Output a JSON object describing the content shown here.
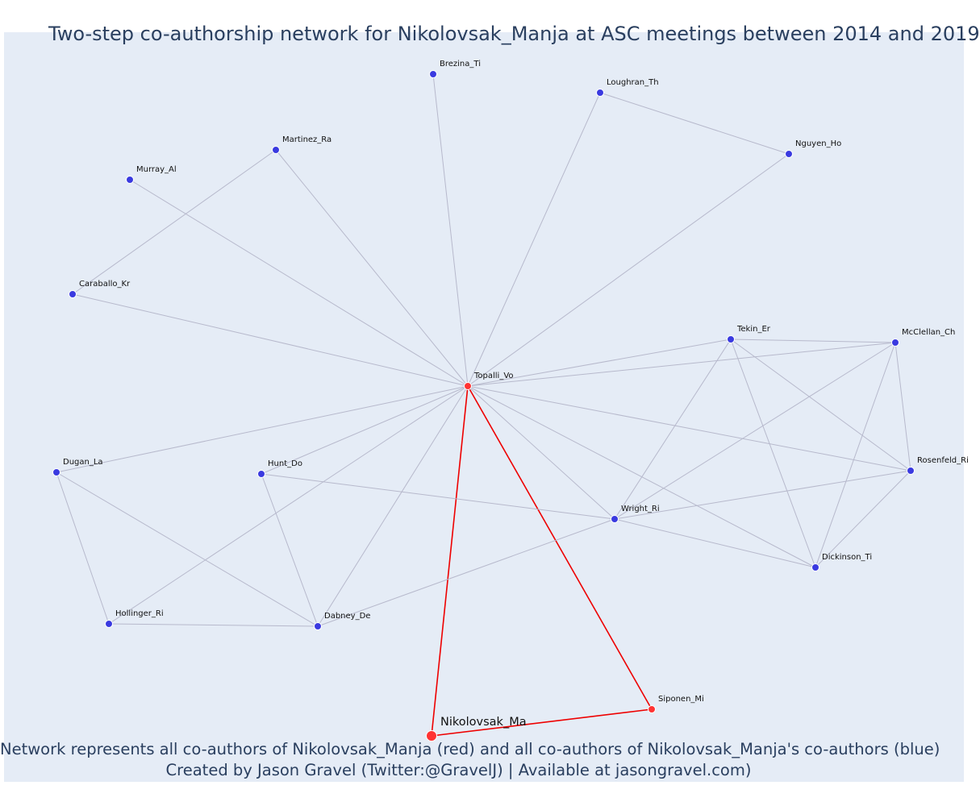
{
  "title": "Two-step co-authorship network for Nikolovsak_Manja at ASC meetings between 2014 and 2019",
  "caption": {
    "line1": "Network represents all co-authors of Nikolovsak_Manja (red) and all co-authors of Nikolovsak_Manja's co-authors (blue)",
    "line2": "Created by Jason Gravel (Twitter:@GravelJ) | Available at jasongravel.com)"
  },
  "colors": {
    "background": "#e5ecf6",
    "coauthor": "#ff3333",
    "second_step": "#3a3ae0",
    "edge": "#b7b9cc",
    "focus_edge": "#ee0000",
    "text": "#2a3f5f"
  },
  "nodes": [
    {
      "id": "Nikolovsak_Ma",
      "group": "focus"
    },
    {
      "id": "Topalli_Vo",
      "group": "coauthor"
    },
    {
      "id": "Siponen_Mi",
      "group": "coauthor"
    },
    {
      "id": "Brezina_Ti",
      "group": "second"
    },
    {
      "id": "Loughran_Th",
      "group": "second"
    },
    {
      "id": "Nguyen_Ho",
      "group": "second"
    },
    {
      "id": "Martinez_Ra",
      "group": "second"
    },
    {
      "id": "Murray_Al",
      "group": "second"
    },
    {
      "id": "Caraballo_Kr",
      "group": "second"
    },
    {
      "id": "Tekin_Er",
      "group": "second"
    },
    {
      "id": "McClellan_Ch",
      "group": "second"
    },
    {
      "id": "Rosenfeld_Ri",
      "group": "second"
    },
    {
      "id": "Dugan_La",
      "group": "second"
    },
    {
      "id": "Hunt_Do",
      "group": "second"
    },
    {
      "id": "Wright_Ri",
      "group": "second"
    },
    {
      "id": "Dickinson_Ti",
      "group": "second"
    },
    {
      "id": "Hollinger_Ri",
      "group": "second"
    },
    {
      "id": "Dabney_De",
      "group": "second"
    }
  ],
  "edges": [
    [
      "Nikolovsak_Ma",
      "Topalli_Vo",
      "focus"
    ],
    [
      "Nikolovsak_Ma",
      "Siponen_Mi",
      "focus"
    ],
    [
      "Topalli_Vo",
      "Siponen_Mi",
      "focus"
    ],
    [
      "Topalli_Vo",
      "Brezina_Ti",
      "normal"
    ],
    [
      "Topalli_Vo",
      "Loughran_Th",
      "normal"
    ],
    [
      "Topalli_Vo",
      "Nguyen_Ho",
      "normal"
    ],
    [
      "Topalli_Vo",
      "Martinez_Ra",
      "normal"
    ],
    [
      "Topalli_Vo",
      "Murray_Al",
      "normal"
    ],
    [
      "Topalli_Vo",
      "Caraballo_Kr",
      "normal"
    ],
    [
      "Topalli_Vo",
      "Tekin_Er",
      "normal"
    ],
    [
      "Topalli_Vo",
      "McClellan_Ch",
      "normal"
    ],
    [
      "Topalli_Vo",
      "Rosenfeld_Ri",
      "normal"
    ],
    [
      "Topalli_Vo",
      "Dugan_La",
      "normal"
    ],
    [
      "Topalli_Vo",
      "Hunt_Do",
      "normal"
    ],
    [
      "Topalli_Vo",
      "Wright_Ri",
      "normal"
    ],
    [
      "Topalli_Vo",
      "Dickinson_Ti",
      "normal"
    ],
    [
      "Topalli_Vo",
      "Hollinger_Ri",
      "normal"
    ],
    [
      "Topalli_Vo",
      "Dabney_De",
      "normal"
    ],
    [
      "Loughran_Th",
      "Nguyen_Ho",
      "normal"
    ],
    [
      "Martinez_Ra",
      "Caraballo_Kr",
      "normal"
    ],
    [
      "Tekin_Er",
      "McClellan_Ch",
      "normal"
    ],
    [
      "Tekin_Er",
      "Rosenfeld_Ri",
      "normal"
    ],
    [
      "Tekin_Er",
      "Wright_Ri",
      "normal"
    ],
    [
      "Tekin_Er",
      "Dickinson_Ti",
      "normal"
    ],
    [
      "McClellan_Ch",
      "Rosenfeld_Ri",
      "normal"
    ],
    [
      "McClellan_Ch",
      "Wright_Ri",
      "normal"
    ],
    [
      "McClellan_Ch",
      "Dickinson_Ti",
      "normal"
    ],
    [
      "Rosenfeld_Ri",
      "Wright_Ri",
      "normal"
    ],
    [
      "Rosenfeld_Ri",
      "Dickinson_Ti",
      "normal"
    ],
    [
      "Wright_Ri",
      "Hunt_Do",
      "normal"
    ],
    [
      "Wright_Ri",
      "Dabney_De",
      "normal"
    ],
    [
      "Wright_Ri",
      "Dickinson_Ti",
      "normal"
    ],
    [
      "Hunt_Do",
      "Dabney_De",
      "normal"
    ],
    [
      "Dugan_La",
      "Hollinger_Ri",
      "normal"
    ],
    [
      "Dugan_La",
      "Dabney_De",
      "normal"
    ],
    [
      "Hollinger_Ri",
      "Dabney_De",
      "normal"
    ]
  ]
}
